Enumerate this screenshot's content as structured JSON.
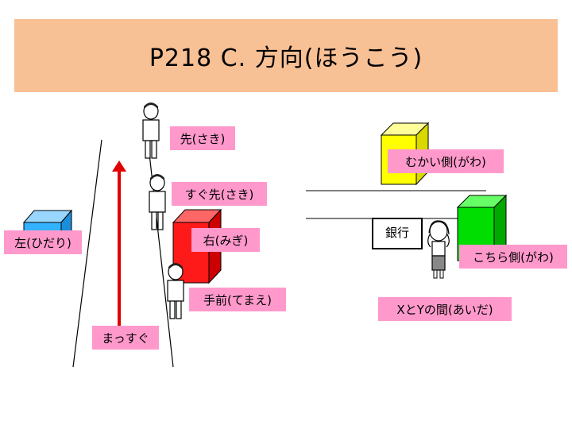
{
  "slide": {
    "title": "P218 C. 方向(ほうこう)"
  },
  "labels": {
    "saki": "先(さき)",
    "mukaigawa": "むかい側(がわ)",
    "sugusaki": "すぐ先(さき)",
    "hidari": "左(ひだり)",
    "migi": "右(みぎ)",
    "ginkou": "銀行",
    "kochiragawa": "こちら側(がわ)",
    "temae": "手前(てまえ)",
    "xy_aida": "XとYの間(あいだ)",
    "massugu": "まっすぐ"
  },
  "colors": {
    "title_bg": "#f8c095",
    "label_bg": "#ff99cc",
    "arrow": "#e00000",
    "box_blue": "#33b3ff",
    "box_red": "#ff1a1a",
    "box_yellow": "#ffff00",
    "box_green": "#00dd00"
  },
  "icons": [
    "person-icon",
    "girl-icon",
    "arrow-up-icon"
  ]
}
